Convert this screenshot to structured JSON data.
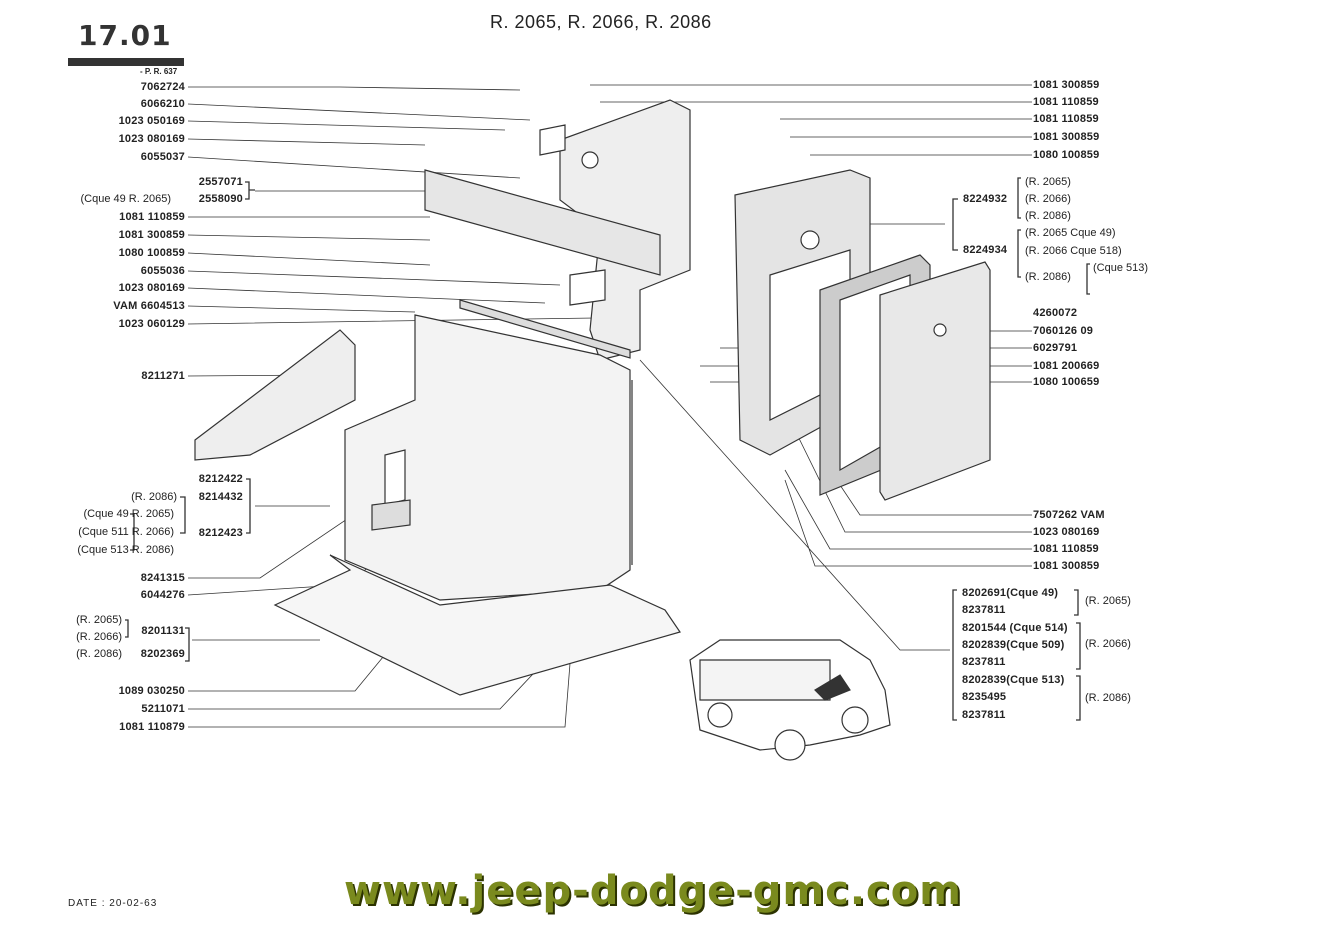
{
  "header": {
    "page_number_major": "17",
    "page_number_minor": ".01",
    "page_ref": "- P. R. 637",
    "title": "R. 2065, R. 2066, R. 2086"
  },
  "left_labels": [
    "7062724",
    "6066210",
    "1023 050169",
    "1023 080169",
    "6055037",
    "2557071",
    "2558090",
    "1081 110859",
    "1081 300859",
    "1080 100859",
    "6055036",
    "1023 080169",
    "VAM 6604513",
    "1023 060129",
    "8211271",
    "8212422",
    "8214432",
    "8212423",
    "8241315",
    "6044276",
    "8201131",
    "8202369",
    "1089 030250",
    "5211071",
    "1081 110879"
  ],
  "left_variants": [
    "(Cque 49 R. 2065)",
    "(R. 2086)",
    "(Cque 49 R. 2065)",
    "(Cque 511 R. 2066)",
    "(Cque 513 R. 2086)",
    "(R. 2065)",
    "(R. 2066)",
    "(R. 2086)"
  ],
  "right_labels": [
    "1081 300859",
    "1081 110859",
    "1081 110859",
    "1081 300859",
    "1080 100859",
    "4260072",
    "7060126 09",
    "6029791",
    "1081 200669",
    "1080 100659",
    "7507262 VAM",
    "1023 080169",
    "1081 110859",
    "1081 300859"
  ],
  "panel_group": {
    "parts": [
      "8224932",
      "8224934"
    ],
    "variants": [
      "(R. 2065)",
      "(R. 2066)",
      "(R. 2086)",
      "(R. 2065 Cque 49)",
      "(R. 2066 Cque 518)",
      "(R. 2086)",
      "(Cque 513)"
    ]
  },
  "bottom_group": {
    "parts": [
      "8202691(Cque 49)",
      "8237811",
      "8201544 (Cque 514)",
      "8202839(Cque 509)",
      "8237811",
      "8202839(Cque 513)",
      "8235495",
      "8237811"
    ],
    "variants": [
      "(R. 2065)",
      "(R. 2066)",
      "(R. 2086)"
    ]
  },
  "footer": {
    "date": "DATE : 20-02-63",
    "watermark": "www.jeep-dodge-gmc.com"
  }
}
